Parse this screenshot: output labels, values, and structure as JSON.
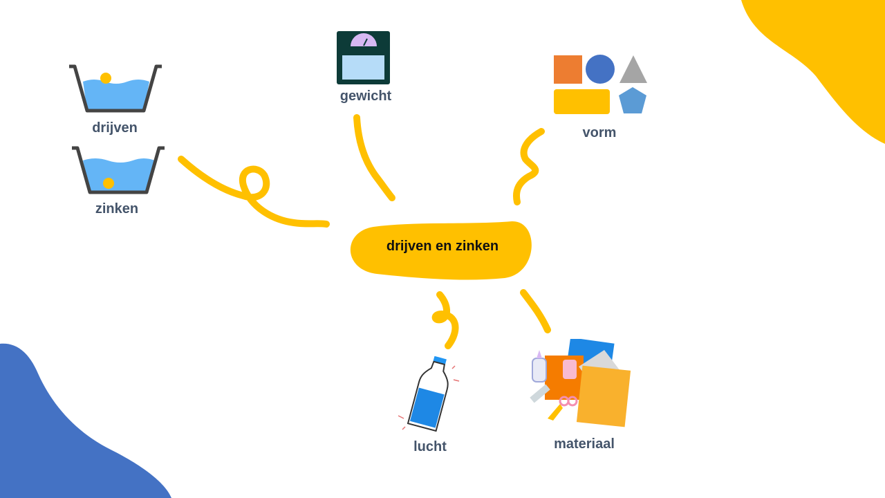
{
  "colors": {
    "accent_yellow": "#ffc000",
    "accent_blue": "#4472c4",
    "label_gray": "#44546a",
    "water_blue": "#64b5f6",
    "orange": "#ed7d31",
    "gray": "#a5a5a5",
    "light_blue": "#5b9bd5"
  },
  "diagram": {
    "center": {
      "label": "drijven en zinken"
    },
    "nodes": [
      {
        "label": "drijven",
        "icon": "floating-ball-basin-icon"
      },
      {
        "label": "zinken",
        "icon": "sinking-ball-basin-icon"
      },
      {
        "label": "gewicht",
        "icon": "weighing-scale-icon"
      },
      {
        "label": "vorm",
        "icon": "shapes-icon"
      },
      {
        "label": "lucht",
        "icon": "water-bottle-icon"
      },
      {
        "label": "materiaal",
        "icon": "craft-materials-icon"
      }
    ]
  }
}
